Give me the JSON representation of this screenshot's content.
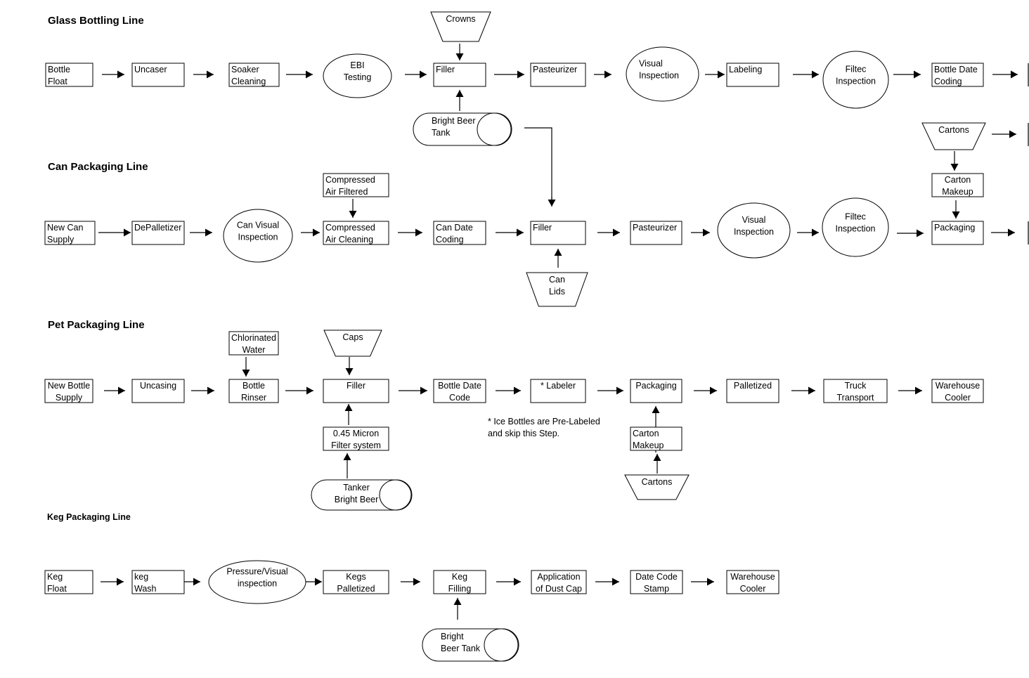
{
  "sections": [
    {
      "id": "glass",
      "title": "Glass Bottling Line"
    },
    {
      "id": "can",
      "title": "Can Packaging Line"
    },
    {
      "id": "pet",
      "title": "Pet Packaging Line"
    },
    {
      "id": "keg",
      "title": "Keg Packaging Line"
    }
  ],
  "nodes": {
    "g_bottle_float": {
      "type": "rect",
      "lines": [
        "Bottle",
        "Float"
      ],
      "align": "left"
    },
    "g_uncaser": {
      "type": "rect",
      "lines": [
        "Uncaser"
      ],
      "align": "left"
    },
    "g_soaker": {
      "type": "rect",
      "lines": [
        "Soaker",
        "Cleaning"
      ],
      "align": "left"
    },
    "g_ebi": {
      "type": "ellipse",
      "lines": [
        "EBI",
        "Testing"
      ],
      "align": "center"
    },
    "g_crowns": {
      "type": "trap",
      "lines": [
        "Crowns"
      ],
      "align": "center"
    },
    "g_filler": {
      "type": "rect",
      "lines": [
        "Filler"
      ],
      "align": "left"
    },
    "g_bbt": {
      "type": "tank",
      "lines": [
        "Bright Beer",
        "Tank"
      ],
      "align": "left"
    },
    "g_pasteurizer": {
      "type": "rect",
      "lines": [
        "Pasteurizer"
      ],
      "align": "left"
    },
    "g_visual": {
      "type": "ellipse",
      "lines": [
        "Visual",
        "Inspection"
      ],
      "align": "left"
    },
    "g_labeling": {
      "type": "rect",
      "lines": [
        "Labeling"
      ],
      "align": "left"
    },
    "g_filtec": {
      "type": "ellipse",
      "lines": [
        "Filtec",
        "Inspection"
      ],
      "align": "center"
    },
    "g_date": {
      "type": "rect",
      "lines": [
        "Bottle Date",
        "Coding"
      ],
      "align": "left"
    },
    "c_cartons": {
      "type": "trap",
      "lines": [
        "Cartons"
      ],
      "align": "center"
    },
    "c_carton_makeup": {
      "type": "rect",
      "lines": [
        "Carton",
        "Makeup"
      ],
      "align": "center"
    },
    "c_new_can": {
      "type": "rect",
      "lines": [
        "New Can",
        "Supply"
      ],
      "align": "left"
    },
    "c_depal": {
      "type": "rect",
      "lines": [
        "DePalletizer"
      ],
      "align": "left"
    },
    "c_can_visual": {
      "type": "ellipse",
      "lines": [
        "Can Visual",
        "Inspection"
      ],
      "align": "center"
    },
    "c_air_filtered": {
      "type": "rect",
      "lines": [
        "Compressed",
        "Air Filtered"
      ],
      "align": "left"
    },
    "c_air_cleaning": {
      "type": "rect",
      "lines": [
        "Compressed",
        "Air Cleaning"
      ],
      "align": "left"
    },
    "c_date": {
      "type": "rect",
      "lines": [
        "Can Date",
        "Coding"
      ],
      "align": "left"
    },
    "c_filler": {
      "type": "rect",
      "lines": [
        "Filler"
      ],
      "align": "left"
    },
    "c_lids": {
      "type": "trap",
      "lines": [
        "Can",
        "Lids"
      ],
      "align": "center"
    },
    "c_pasteurizer": {
      "type": "rect",
      "lines": [
        "Pasteurizer"
      ],
      "align": "left"
    },
    "c_visual": {
      "type": "ellipse",
      "lines": [
        "Visual",
        "Inspection"
      ],
      "align": "center"
    },
    "c_filtec": {
      "type": "ellipse",
      "lines": [
        "Filtec",
        "Inspection"
      ],
      "align": "center"
    },
    "c_packaging": {
      "type": "rect",
      "lines": [
        "Packaging"
      ],
      "align": "left"
    },
    "p_new_bottle": {
      "type": "rect",
      "lines": [
        "New Bottle",
        "Supply"
      ],
      "align": "center"
    },
    "p_uncasing": {
      "type": "rect",
      "lines": [
        "Uncasing"
      ],
      "align": "center"
    },
    "p_chlorinated": {
      "type": "rect",
      "lines": [
        "Chlorinated",
        "Water"
      ],
      "align": "center"
    },
    "p_rinser": {
      "type": "rect",
      "lines": [
        "Bottle",
        "Rinser"
      ],
      "align": "center"
    },
    "p_caps": {
      "type": "trap",
      "lines": [
        "Caps"
      ],
      "align": "center"
    },
    "p_filler": {
      "type": "rect",
      "lines": [
        "Filler"
      ],
      "align": "center"
    },
    "p_micron": {
      "type": "rect",
      "lines": [
        "0.45 Micron",
        "Filter system"
      ],
      "align": "center"
    },
    "p_tanker": {
      "type": "tank",
      "lines": [
        "Tanker",
        "Bright Beer"
      ],
      "align": "center"
    },
    "p_date": {
      "type": "rect",
      "lines": [
        "Bottle Date",
        "Code"
      ],
      "align": "center"
    },
    "p_labeler": {
      "type": "rect",
      "lines": [
        "* Labeler"
      ],
      "align": "center"
    },
    "p_packaging": {
      "type": "rect",
      "lines": [
        "Packaging"
      ],
      "align": "center"
    },
    "p_carton_makeup": {
      "type": "rect",
      "lines": [
        "Carton",
        "Makeup"
      ],
      "align": "left"
    },
    "p_cartons": {
      "type": "trap",
      "lines": [
        "Cartons"
      ],
      "align": "center"
    },
    "p_palletized": {
      "type": "rect",
      "lines": [
        "Palletized"
      ],
      "align": "center"
    },
    "p_truck": {
      "type": "rect",
      "lines": [
        "Truck",
        "Transport"
      ],
      "align": "center"
    },
    "p_warehouse": {
      "type": "rect",
      "lines": [
        "Warehouse",
        "Cooler"
      ],
      "align": "center"
    },
    "k_keg_float": {
      "type": "rect",
      "lines": [
        "Keg",
        "Float"
      ],
      "align": "left"
    },
    "k_keg_wash": {
      "type": "rect",
      "lines": [
        "keg",
        "Wash"
      ],
      "align": "left"
    },
    "k_pressure": {
      "type": "ellipse",
      "lines": [
        "Pressure/Visual",
        "inspection"
      ],
      "align": "center"
    },
    "k_palletized": {
      "type": "rect",
      "lines": [
        "Kegs",
        "Palletized"
      ],
      "align": "center"
    },
    "k_filling": {
      "type": "rect",
      "lines": [
        "Keg",
        "Filling"
      ],
      "align": "center"
    },
    "k_bbt": {
      "type": "tank",
      "lines": [
        "Bright",
        "Beer Tank"
      ],
      "align": "left"
    },
    "k_dust_cap": {
      "type": "rect",
      "lines": [
        "Application",
        "of Dust Cap"
      ],
      "align": "center"
    },
    "k_date": {
      "type": "rect",
      "lines": [
        "Date Code",
        "Stamp"
      ],
      "align": "center"
    },
    "k_warehouse": {
      "type": "rect",
      "lines": [
        "Warehouse",
        "Cooler"
      ],
      "align": "center"
    }
  },
  "notes": {
    "ice_bottles": [
      "* Ice Bottles are Pre-Labeled",
      "and skip this Step."
    ]
  }
}
